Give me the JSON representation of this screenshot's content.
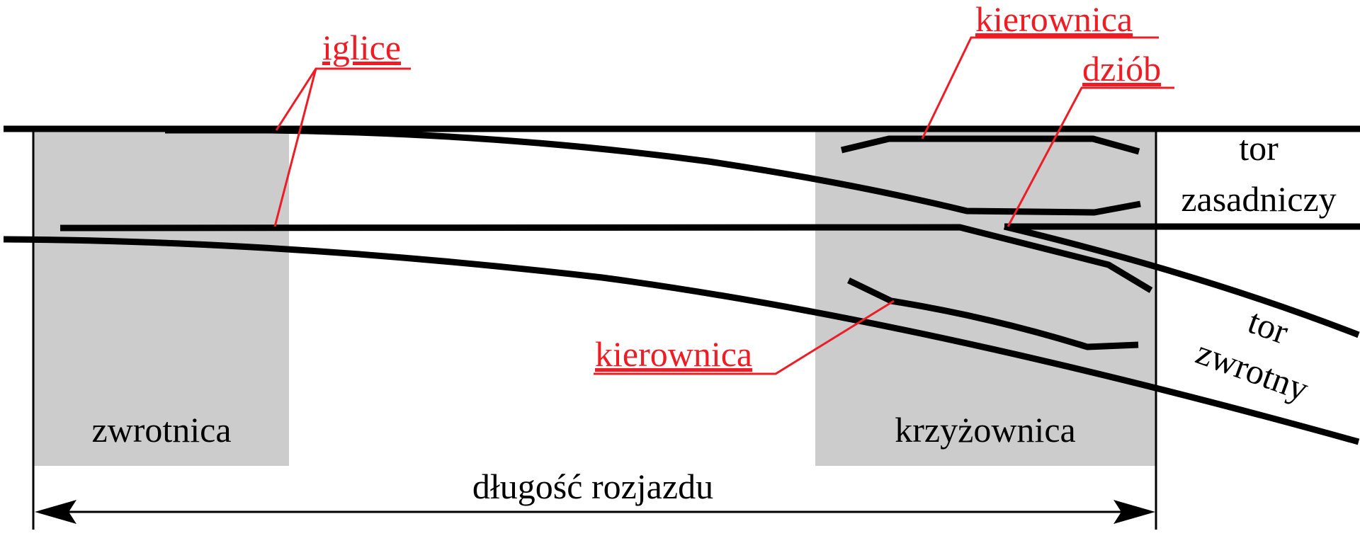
{
  "colors": {
    "rail": "#000000",
    "zone_fill": "#cccccc",
    "annotation": "#ee1c25",
    "background": "#ffffff"
  },
  "zones": {
    "switch_label": "zwrotnica",
    "crossing_label": "krzyżownica"
  },
  "tracks": {
    "main_line1": "tor",
    "main_line2": "zasadniczy",
    "diverging_line1": "tor",
    "diverging_line2": "zwrotny"
  },
  "annotations": {
    "switch_blades": "iglice",
    "check_rail_top": "kierownica",
    "frog_point": "dziób",
    "check_rail_bottom": "kierownica"
  },
  "dimension": {
    "label": "długość rozjazdu",
    "arrows": "double-headed"
  }
}
